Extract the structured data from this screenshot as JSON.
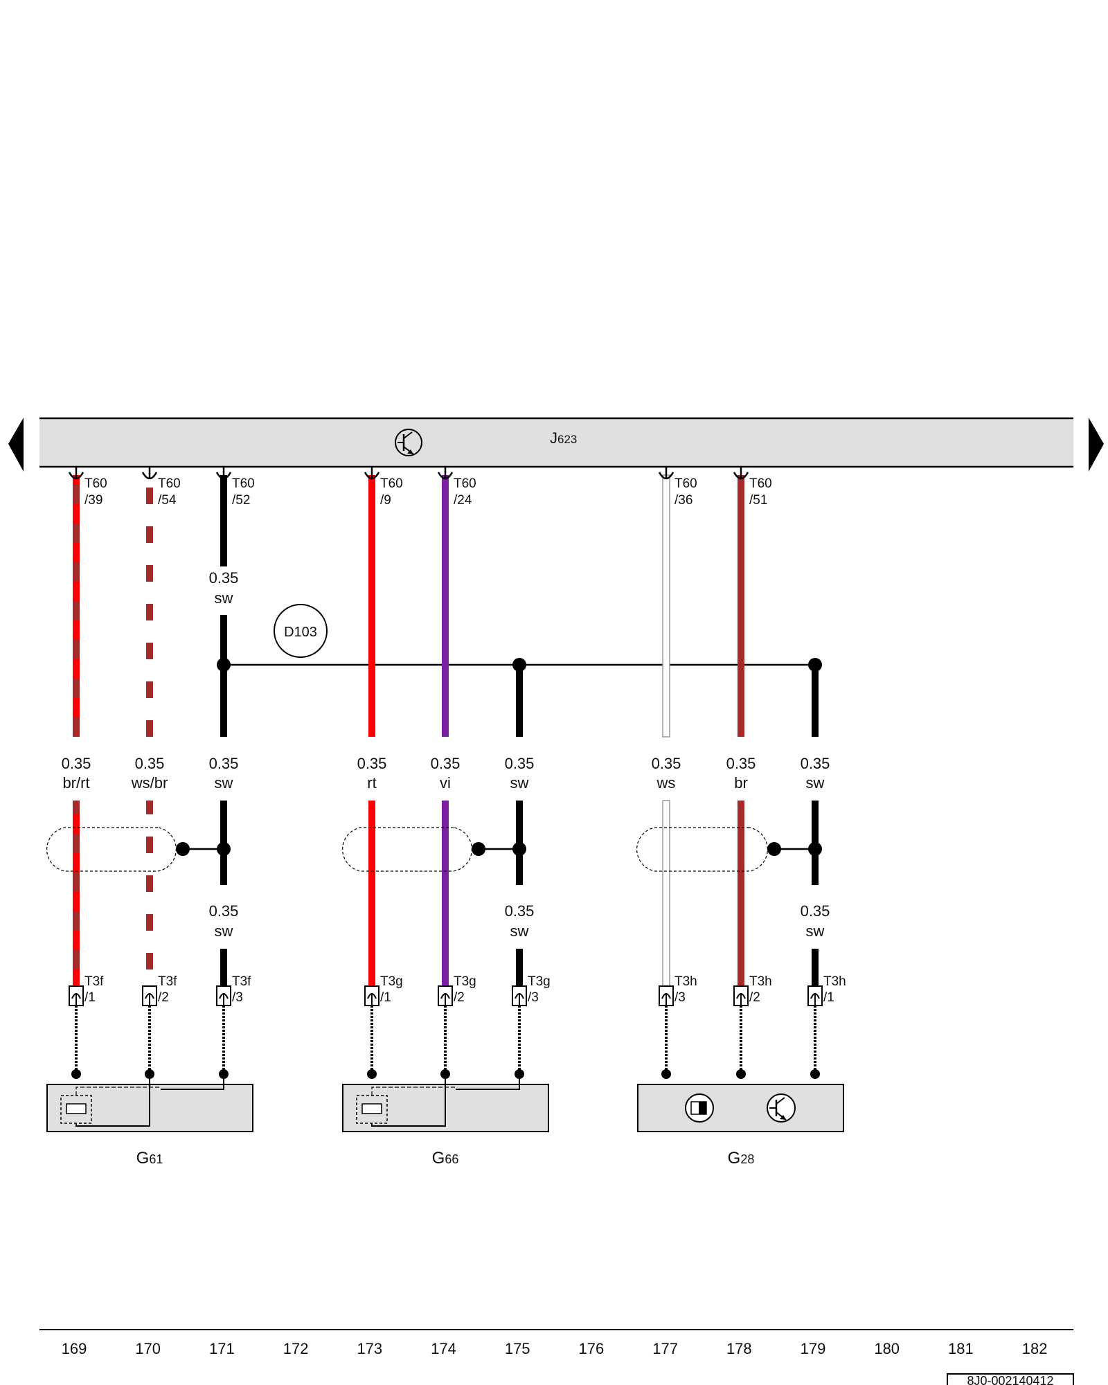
{
  "module": {
    "name_prefix": "J",
    "name_suffix": "623"
  },
  "splice": {
    "label": "D103"
  },
  "pins_top": [
    {
      "conn": "T60",
      "pin": "/39"
    },
    {
      "conn": "T60",
      "pin": "/54"
    },
    {
      "conn": "T60",
      "pin": "/52"
    },
    {
      "conn": "T60",
      "pin": "/9"
    },
    {
      "conn": "T60",
      "pin": "/24"
    },
    {
      "conn": "T60",
      "pin": "/36"
    },
    {
      "conn": "T60",
      "pin": "/51"
    }
  ],
  "wire_labels_upper": [
    {
      "size": "0.35",
      "color": "sw"
    }
  ],
  "wire_labels_mid": [
    {
      "size": "0.35",
      "color": "br/rt"
    },
    {
      "size": "0.35",
      "color": "ws/br"
    },
    {
      "size": "0.35",
      "color": "sw"
    },
    {
      "size": "0.35",
      "color": "rt"
    },
    {
      "size": "0.35",
      "color": "vi"
    },
    {
      "size": "0.35",
      "color": "sw"
    },
    {
      "size": "0.35",
      "color": "ws"
    },
    {
      "size": "0.35",
      "color": "br"
    },
    {
      "size": "0.35",
      "color": "sw"
    }
  ],
  "wire_labels_lower": [
    {
      "size": "0.35",
      "color": "sw"
    },
    {
      "size": "0.35",
      "color": "sw"
    },
    {
      "size": "0.35",
      "color": "sw"
    }
  ],
  "pins_bottom": [
    {
      "conn": "T3f",
      "pin": "/1"
    },
    {
      "conn": "T3f",
      "pin": "/2"
    },
    {
      "conn": "T3f",
      "pin": "/3"
    },
    {
      "conn": "T3g",
      "pin": "/1"
    },
    {
      "conn": "T3g",
      "pin": "/2"
    },
    {
      "conn": "T3g",
      "pin": "/3"
    },
    {
      "conn": "T3h",
      "pin": "/3"
    },
    {
      "conn": "T3h",
      "pin": "/2"
    },
    {
      "conn": "T3h",
      "pin": "/1"
    }
  ],
  "components": [
    {
      "name_prefix": "G",
      "name_suffix": "61"
    },
    {
      "name_prefix": "G",
      "name_suffix": "66"
    },
    {
      "name_prefix": "G",
      "name_suffix": "28"
    }
  ],
  "track_numbers": [
    "169",
    "170",
    "171",
    "172",
    "173",
    "174",
    "175",
    "176",
    "177",
    "178",
    "179",
    "180",
    "181",
    "182"
  ],
  "doc_number": "8J0-002140412",
  "colors": {
    "module_fill": "#e0e0e0",
    "red": "#ff0000",
    "brown": "#a52a2a",
    "violet": "#7b1fa2",
    "black": "#000000",
    "white": "#ffffff",
    "wire_outline": "#999999"
  }
}
